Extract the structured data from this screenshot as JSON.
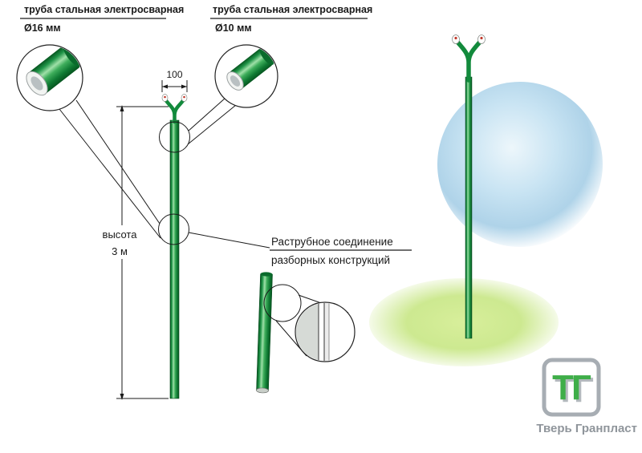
{
  "diagram": {
    "callout_tube16": {
      "title": "труба стальная электросварная",
      "diameter": "Ø16 мм"
    },
    "callout_tube10": {
      "title": "труба  стальная электросварная",
      "diameter": "Ø10 мм"
    },
    "dimensions": {
      "fork_width": "100",
      "height_word": "высота",
      "height_value": "3 м"
    },
    "socket_label": {
      "line1": "Раструбное соединение",
      "line2": "разборных конструкций"
    }
  },
  "branding": {
    "monogram": "ТГ",
    "company": "Тверь Гранпласт"
  },
  "colors": {
    "pipe_green": "#128a3c",
    "pipe_green_dark": "#06551f",
    "pipe_highlight": "#9fe0a8",
    "blue_balloon": "#a6cee6",
    "grass_green": "#c4e57d",
    "logo_green": "#3fae49",
    "logo_grey": "#a7adb3",
    "company_grey": "#8f959b"
  }
}
